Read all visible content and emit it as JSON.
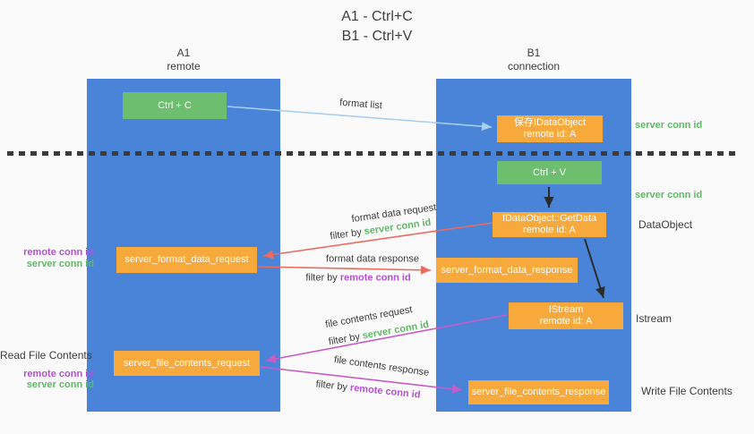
{
  "title": {
    "line1": "A1 - Ctrl+C",
    "line2": "B1 - Ctrl+V"
  },
  "lanes": {
    "left": {
      "name": "A1",
      "subtitle": "remote"
    },
    "right": {
      "name": "B1",
      "subtitle": "connection"
    }
  },
  "boxes": {
    "ctrl_c": {
      "label": "Ctrl + C"
    },
    "ctrl_v": {
      "label": "Ctrl + V"
    },
    "save_idataobject": {
      "line1": "保存IDataObject",
      "line2": "remote id: A"
    },
    "idataobject_getdata": {
      "line1": "IDataObject::GetData",
      "line2": "remote id: A"
    },
    "istream": {
      "line1": "IStream",
      "line2": "remote id: A"
    },
    "server_format_data_request": {
      "label": "server_format_data_request"
    },
    "server_format_data_response": {
      "label": "server_format_data_response"
    },
    "server_file_contents_request": {
      "label": "server_file_contents_request"
    },
    "server_file_contents_response": {
      "label": "server_file_contents_response"
    }
  },
  "right_labels": {
    "server_conn_id_top": "server conn id",
    "server_conn_id_mid": "server conn id",
    "dataobject": "DataObject",
    "istream": "Istream",
    "write_file_contents": "Write File Contents"
  },
  "left_labels": {
    "remote_conn_id_top": "remote conn id",
    "server_conn_id_top": "server conn id",
    "read_file_contents": "Read File Contents",
    "remote_conn_id_bottom": "remote conn id",
    "server_conn_id_bottom": "server conn id"
  },
  "arrow_labels": {
    "format_list": "format list",
    "format_data_request": "format data request",
    "format_data_request_filter": {
      "prefix": "filter by ",
      "key": "server conn id"
    },
    "format_data_response": "format data response",
    "format_data_response_filter": {
      "prefix": "filter by ",
      "key": "remote conn id"
    },
    "file_contents_request": "file contents request",
    "file_contents_request_filter": {
      "prefix": "filter by ",
      "key": "server conn id"
    },
    "file_contents_response": "file contents response",
    "file_contents_response_filter": {
      "prefix": "filter by ",
      "key": "remote conn id"
    }
  },
  "colors": {
    "lane_blue": "#4a84d8",
    "box_orange": "#f7a93c",
    "box_green": "#6dbe6e",
    "arrow_red": "#ec6a5e",
    "arrow_magenta": "#c85bc5",
    "arrow_lightblue": "#a8cfef",
    "arrow_black": "#2b2b2b",
    "text_green": "#5fb964",
    "text_purple": "#b450d2",
    "background": "#fafafa"
  }
}
